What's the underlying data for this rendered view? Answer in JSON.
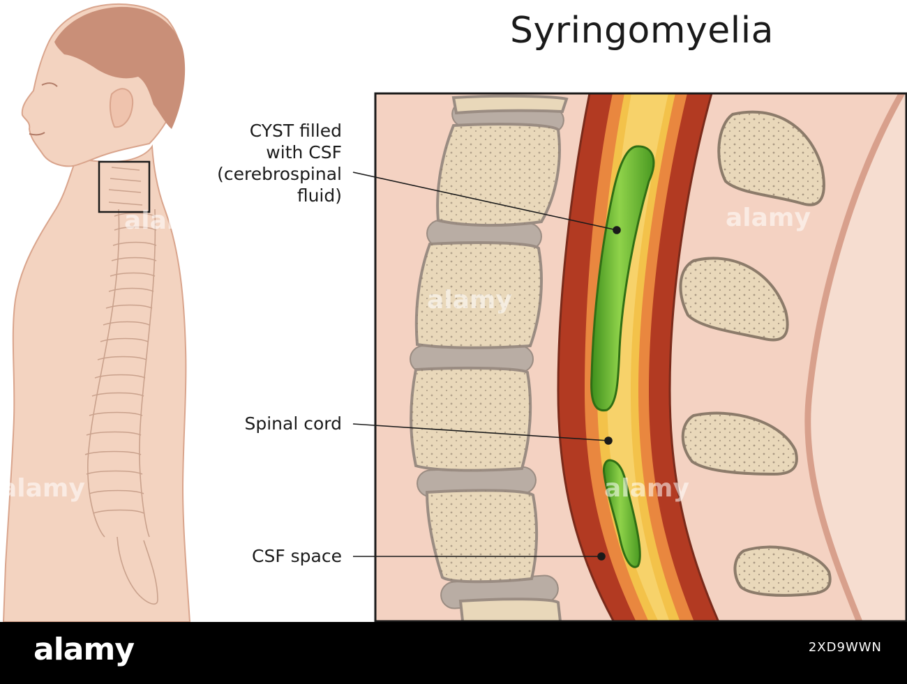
{
  "title": "Syringomyelia",
  "labels": {
    "cyst": [
      "CYST filled",
      "with CSF",
      "(cerebrospinal",
      "fluid)"
    ],
    "spinal_cord": "Spinal cord",
    "csf_space": "CSF space"
  },
  "watermark": "alamy",
  "footer": {
    "brand": "alamy",
    "image_id": "2XD9WWN"
  },
  "colors": {
    "skin": "#f0cdb8",
    "skin_outline": "#d9a48c",
    "hair": "#c98b72",
    "vertebra": "#e8d7b9",
    "disc": "#b9ada4",
    "dura": "#b23a22",
    "cord": "#e07a3a",
    "csf": "#f3c24a",
    "cyst": "#5fae2a"
  }
}
